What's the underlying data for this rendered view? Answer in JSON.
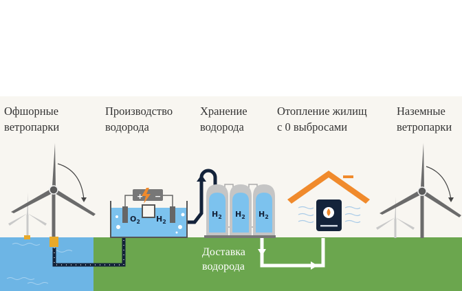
{
  "labels": {
    "offshore": {
      "line1": "Офшорные",
      "line2": "ветропарки"
    },
    "production": {
      "line1": "Производство",
      "line2": "водорода"
    },
    "storage": {
      "line1": "Хранение",
      "line2": "водорода"
    },
    "heating": {
      "line1": "Отопление жилищ",
      "line2": "с 0 выбросами"
    },
    "onshore": {
      "line1": "Наземные",
      "line2": "ветропарки"
    },
    "delivery": {
      "line1": "Доставка",
      "line2": "водорода"
    }
  },
  "electrolyzer": {
    "oxygen": "O",
    "hydrogen": "H",
    "subscript": "2",
    "plus": "+",
    "minus": "−"
  },
  "tanks": [
    {
      "label": "H",
      "sub": "2"
    },
    {
      "label": "H",
      "sub": "2"
    },
    {
      "label": "H",
      "sub": "2"
    }
  ],
  "colors": {
    "sky": "#f8f6f1",
    "ground": "#6ba64e",
    "water": "#6db5e5",
    "roof": "#f08a2c",
    "pipe": "#14233a",
    "turbine": "#6b6b6b"
  }
}
